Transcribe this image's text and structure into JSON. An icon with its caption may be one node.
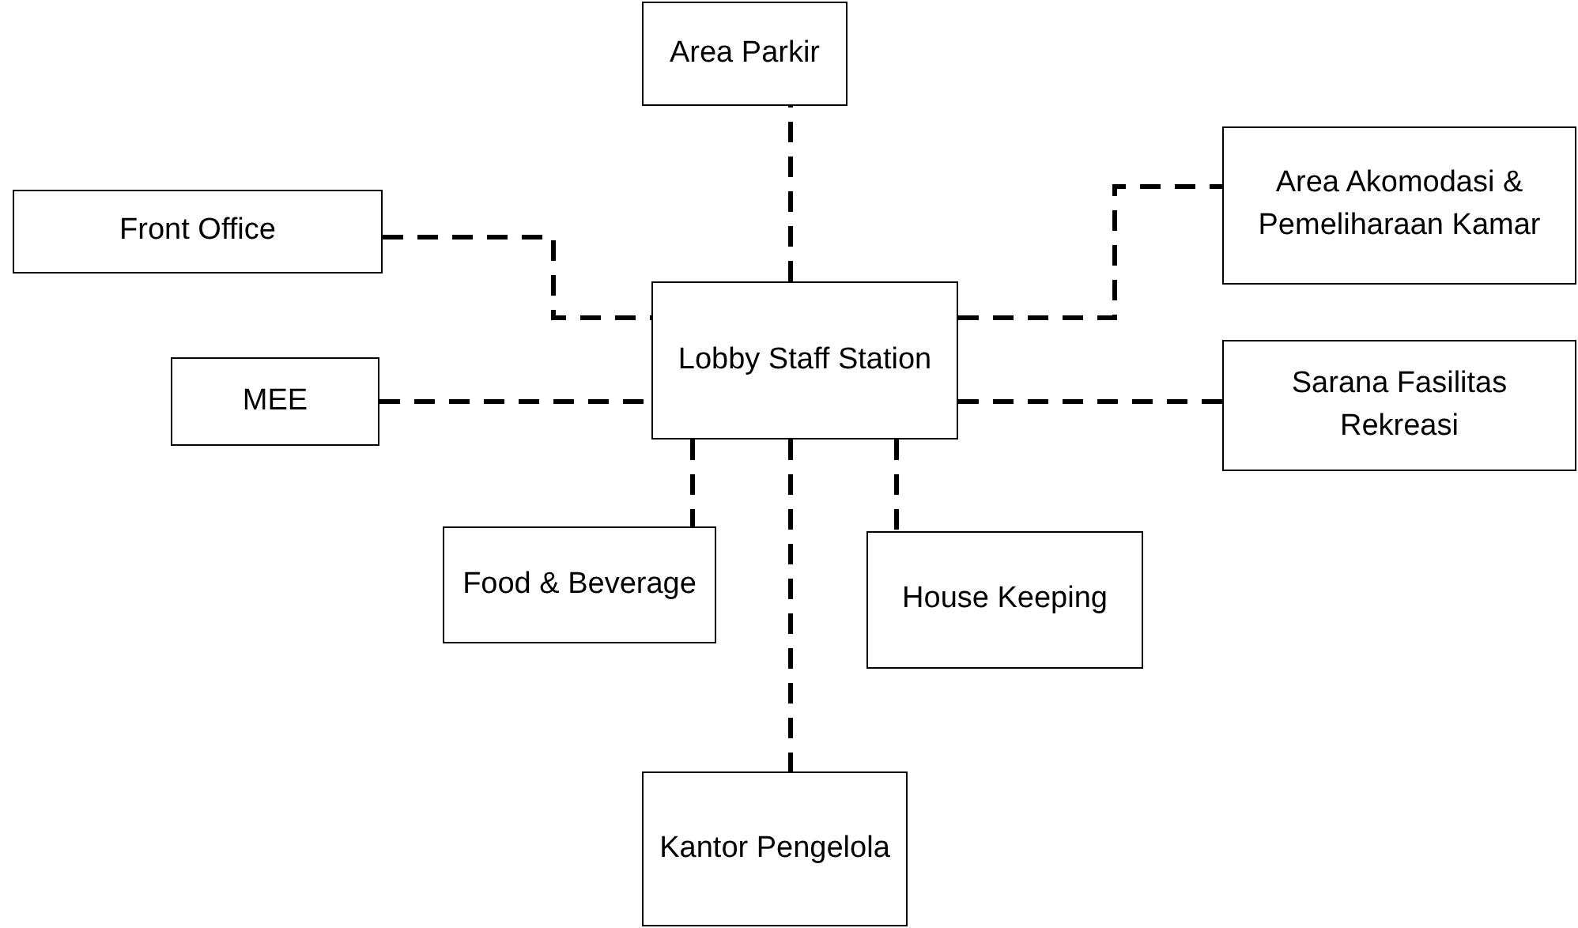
{
  "diagram": {
    "nodes": [
      {
        "text": [
          "Area Parkir"
        ]
      },
      {
        "text": [
          "Front Office"
        ]
      },
      {
        "text": [
          "Area Akomodasi & Pemeliharaan Kamar"
        ]
      },
      {
        "text": [
          "Lobby Staff Station"
        ]
      },
      {
        "text": [
          "MEE"
        ]
      },
      {
        "text": [
          "Sarana Fasilitas Rekreasi"
        ]
      },
      {
        "text": [
          "Food & Beverage"
        ]
      },
      {
        "text": [
          "House Keeping"
        ]
      },
      {
        "text": [
          "Kantor Pengelola"
        ]
      }
    ],
    "edges": [
      {
        "from": 3,
        "to": 0,
        "arrow": "none",
        "style": "dashed"
      },
      {
        "from": 1,
        "to": 3,
        "arrow": "none",
        "style": "dashed"
      },
      {
        "from": 3,
        "to": 2,
        "arrow": "none",
        "style": "dashed"
      },
      {
        "from": 4,
        "to": 3,
        "arrow": "none",
        "style": "dashed"
      },
      {
        "from": 3,
        "to": 5,
        "arrow": "none",
        "style": "dashed"
      },
      {
        "from": 3,
        "to": 6,
        "arrow": "none",
        "style": "dashed"
      },
      {
        "from": 3,
        "to": 7,
        "arrow": "none",
        "style": "dashed"
      },
      {
        "from": 3,
        "to": 8,
        "arrow": "none",
        "style": "dashed"
      }
    ]
  }
}
